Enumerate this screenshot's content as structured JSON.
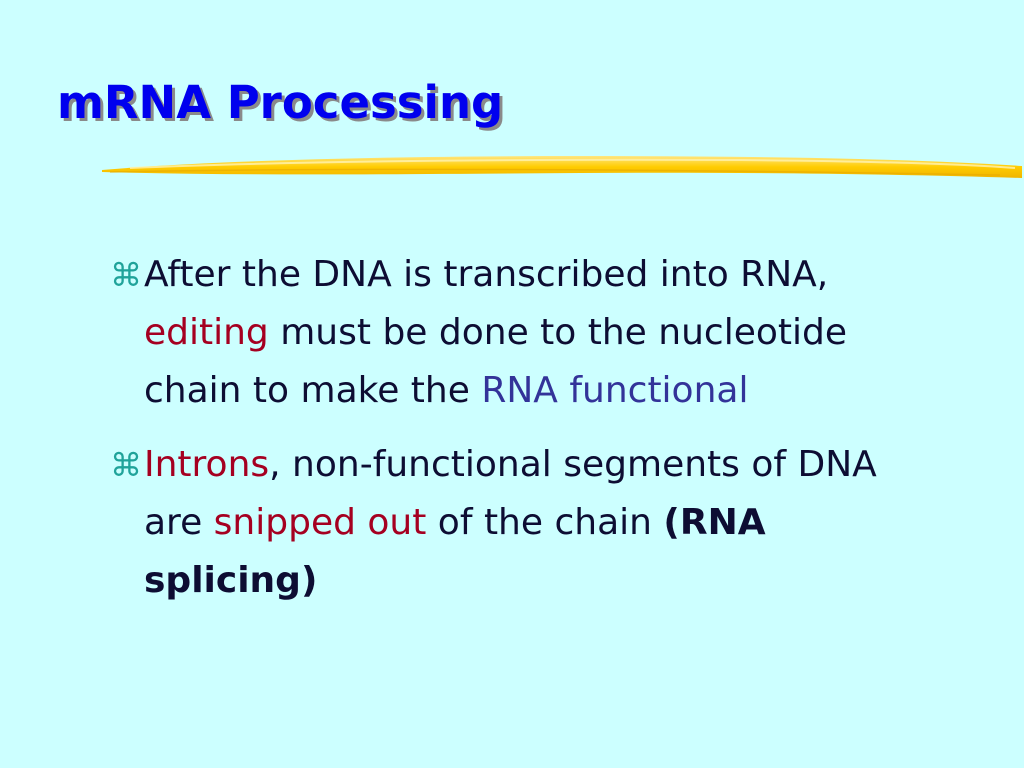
{
  "slide": {
    "title": "mRNA Processing",
    "colors": {
      "background": "#ccffff",
      "title": "#0000ee",
      "body_text": "#0d0d33",
      "accent_red": "#a50021",
      "accent_blue": "#333399",
      "bullet_icon": "#1fa39a",
      "underline": "#ffcc00"
    },
    "bullet_icon": "command-key-icon",
    "bullets": [
      {
        "parts": [
          "After the DNA is transcribed into RNA, ",
          "editing",
          " must be done to the nucleotide chain to make the ",
          "RNA functional"
        ]
      },
      {
        "parts": [
          "Introns",
          ", non-functional segments of DNA are ",
          "snipped out",
          " of the chain ",
          "(RNA splicing)"
        ]
      }
    ]
  }
}
